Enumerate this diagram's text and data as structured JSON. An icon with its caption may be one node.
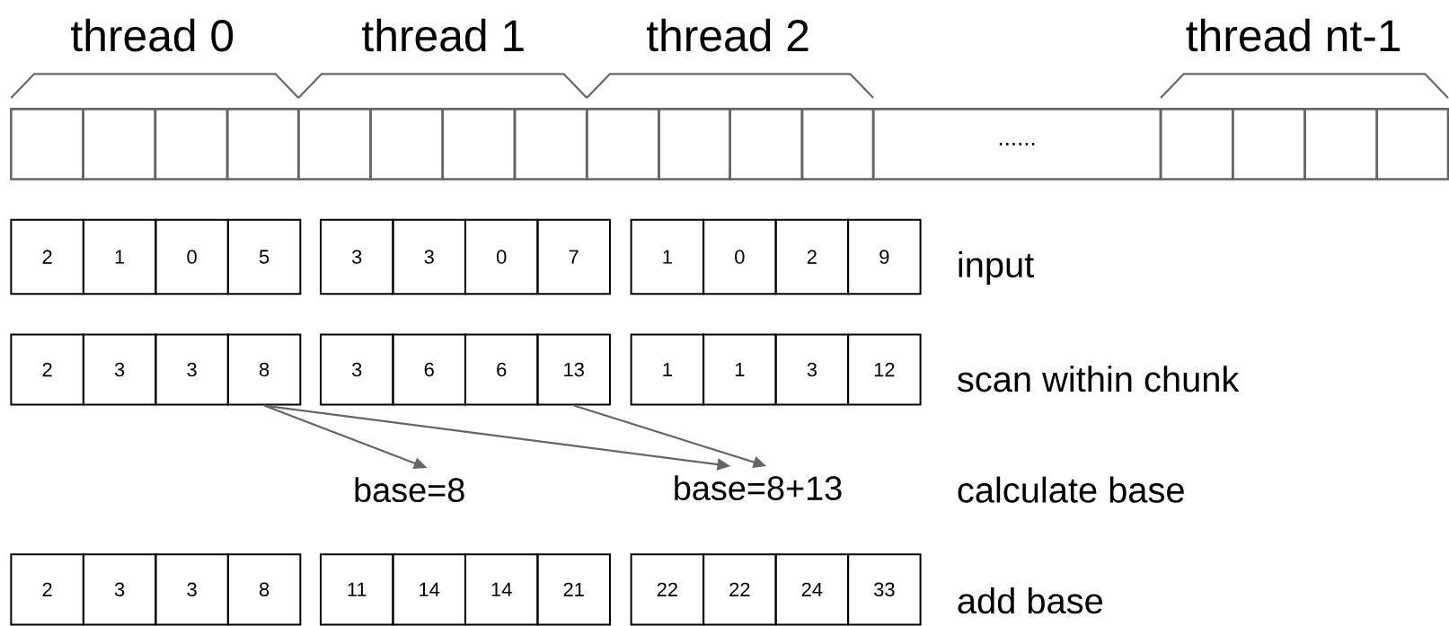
{
  "diagram": {
    "nodes": [
      {
        "text": [],
        "shape": "box"
      },
      {
        "text": [],
        "shape": "box"
      },
      {
        "text": [],
        "shape": "box"
      },
      {
        "text": [],
        "shape": "box"
      },
      {
        "text": [],
        "shape": "box"
      },
      {
        "text": [],
        "shape": "box"
      },
      {
        "text": [],
        "shape": "box"
      },
      {
        "text": [],
        "shape": "box"
      },
      {
        "text": [],
        "shape": "box"
      },
      {
        "text": [],
        "shape": "box"
      },
      {
        "text": [],
        "shape": "box"
      },
      {
        "text": [],
        "shape": "box"
      },
      {
        "text": [
          "......"
        ]
      },
      {
        "text": [],
        "shape": "box"
      },
      {
        "text": [],
        "shape": "box"
      },
      {
        "text": [],
        "shape": "box"
      },
      {
        "text": [],
        "shape": "box"
      },
      {
        "text": [
          "2"
        ]
      },
      {
        "text": [
          "1"
        ]
      },
      {
        "text": [
          "0"
        ]
      },
      {
        "text": [
          "5"
        ]
      },
      {
        "text": [
          "3"
        ]
      },
      {
        "text": [
          "3"
        ]
      },
      {
        "text": [
          "0"
        ]
      },
      {
        "text": [
          "7"
        ]
      },
      {
        "text": [
          "1"
        ]
      },
      {
        "text": [
          "0"
        ]
      },
      {
        "text": [
          "2"
        ]
      },
      {
        "text": [
          "9"
        ]
      },
      {
        "text": [
          "2"
        ]
      },
      {
        "text": [
          "3"
        ]
      },
      {
        "text": [
          "3"
        ]
      },
      {
        "text": [
          "8"
        ]
      },
      {
        "text": [
          "3"
        ]
      },
      {
        "text": [
          "6"
        ]
      },
      {
        "text": [
          "6"
        ]
      },
      {
        "text": [
          "13"
        ]
      },
      {
        "text": [
          "1"
        ]
      },
      {
        "text": [
          "1"
        ]
      },
      {
        "text": [
          "3"
        ]
      },
      {
        "text": [
          "12"
        ]
      },
      {
        "text": [
          "base=8"
        ]
      },
      {
        "text": [
          "base=8+13"
        ]
      },
      {
        "text": [
          "2"
        ]
      },
      {
        "text": [
          "3"
        ]
      },
      {
        "text": [
          "3"
        ]
      },
      {
        "text": [
          "8"
        ]
      },
      {
        "text": [
          "11"
        ]
      },
      {
        "text": [
          "14"
        ]
      },
      {
        "text": [
          "14"
        ]
      },
      {
        "text": [
          "21"
        ]
      },
      {
        "text": [
          "22"
        ]
      },
      {
        "text": [
          "22"
        ]
      },
      {
        "text": [
          "24"
        ]
      },
      {
        "text": [
          "33"
        ]
      }
    ],
    "edges": [
      {
        "from": 32,
        "to": 41,
        "arrow": "to"
      },
      {
        "from": 32,
        "to": 42,
        "arrow": "to"
      },
      {
        "from": 36,
        "to": 42,
        "arrow": "to"
      }
    ],
    "labels": [
      "thread 0",
      "thread 1",
      "thread 2",
      "thread nt-1",
      "input",
      "scan within chunk",
      "calculate base",
      "add base"
    ]
  }
}
